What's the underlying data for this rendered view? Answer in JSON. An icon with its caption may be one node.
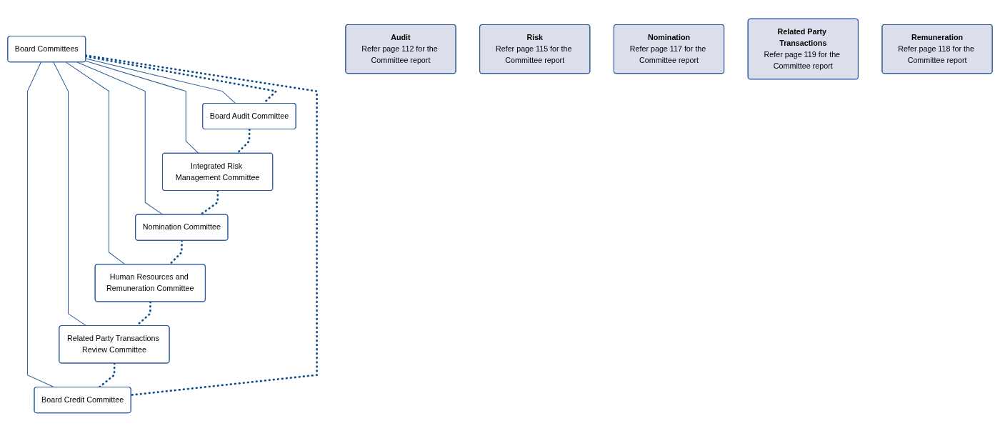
{
  "diagram": {
    "nodes": [
      {
        "text": [
          "Audit",
          "Refer page 112 for the Committee report"
        ]
      },
      {
        "text": [
          "Risk",
          "Refer page 115 for the Committee report"
        ]
      },
      {
        "text": [
          "Nomination",
          "Refer page 117 for the Committee report"
        ]
      },
      {
        "text": [
          "Related Party Transactions",
          "Refer page 119 for the Committee report"
        ]
      },
      {
        "text": [
          "Remuneration",
          "Refer page 118 for the Committee report"
        ]
      },
      {
        "text": [
          "Board Committees"
        ]
      },
      {
        "text": [
          "Board Credit Committee"
        ]
      },
      {
        "text": [
          "Board Audit Committee"
        ]
      },
      {
        "text": [
          "Related Party Transactions Review Committee"
        ]
      },
      {
        "text": [
          "Integrated Risk Management Committee"
        ]
      },
      {
        "text": [
          "Human Resources and Remuneration Committee"
        ]
      },
      {
        "text": [
          "Nomination Committee"
        ]
      }
    ],
    "edges": [
      {
        "from": 5,
        "to": 6,
        "arrow": "none"
      },
      {
        "from": 5,
        "to": 7,
        "arrow": "none"
      },
      {
        "from": 5,
        "to": 8,
        "arrow": "none"
      },
      {
        "from": 5,
        "to": 9,
        "arrow": "none"
      },
      {
        "from": 5,
        "to": 10,
        "arrow": "none"
      },
      {
        "from": 5,
        "to": 11,
        "arrow": "none"
      },
      {
        "from": 5,
        "to": 7,
        "arrow": "none",
        "style": "dashed"
      },
      {
        "from": 7,
        "to": 9,
        "arrow": "none",
        "style": "dashed"
      },
      {
        "from": 9,
        "to": 11,
        "arrow": "none",
        "style": "dashed"
      },
      {
        "from": 11,
        "to": 10,
        "arrow": "none",
        "style": "dashed"
      },
      {
        "from": 10,
        "to": 8,
        "arrow": "none",
        "style": "dashed"
      },
      {
        "from": 8,
        "to": 6,
        "arrow": "none",
        "style": "dashed"
      },
      {
        "from": 5,
        "to": 6,
        "arrow": "none",
        "style": "dashed"
      }
    ]
  }
}
